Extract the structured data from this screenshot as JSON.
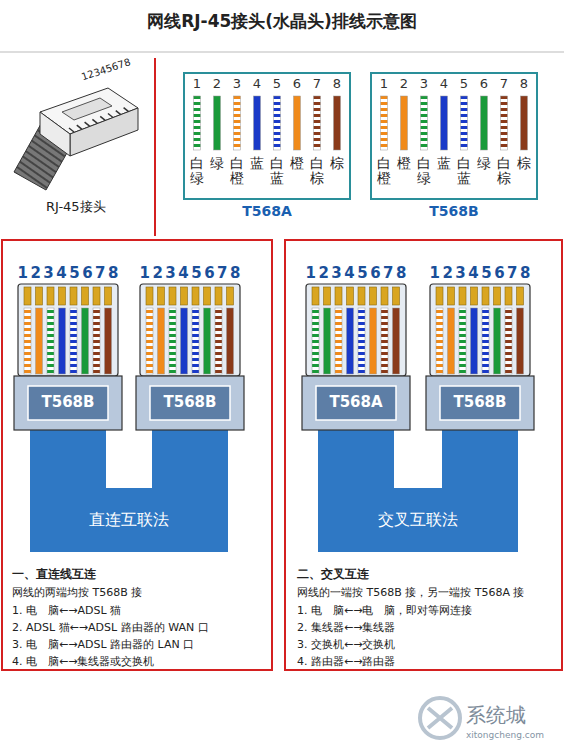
{
  "diagram": {
    "title": "网线RJ-45接头(水晶头)排线示意图",
    "nodes": [
      {
        "text": [
          "1",
          "2",
          "3",
          "4",
          "5",
          "6",
          "7",
          "8",
          "白绿",
          "绿",
          "白橙",
          "蓝",
          "白蓝",
          "橙",
          "白棕",
          "棕",
          "T568A"
        ]
      },
      {
        "text": [
          "1",
          "2",
          "3",
          "4",
          "5",
          "6",
          "7",
          "8",
          "白橙",
          "橙",
          "白绿",
          "蓝",
          "白蓝",
          "绿",
          "白棕",
          "棕",
          "T568B"
        ]
      },
      {
        "text": [
          "12345678",
          "T568B"
        ]
      },
      {
        "text": [
          "12345678",
          "T568B"
        ]
      },
      {
        "text": [
          "直连互联法"
        ]
      },
      {
        "text": [
          "12345678",
          "T568A"
        ]
      },
      {
        "text": [
          "12345678",
          "T568B"
        ]
      },
      {
        "text": [
          "交叉互联法"
        ]
      }
    ],
    "labels": [
      "12345678",
      "RJ-45接头",
      "一、直连线互连",
      "网线的两端均按 T568B 接",
      "1. 电　脑←→ADSL 猫",
      "2. ADSL 猫←→ADSL 路由器的 WAN 口",
      "3. 电　脑←→ADSL 路由器的 LAN 口",
      "4. 电　脑←→集线器或交换机",
      "二、交叉互连",
      "网线的一端按 T568B 接，另一端按 T568A 接",
      "1. 电　脑←→电　脑，即对等网连接",
      "2. 集线器←→集线器",
      "3. 交换机←→交换机",
      "4. 路由器←→路由器",
      "系统城",
      "xitongcheng.com"
    ]
  }
}
